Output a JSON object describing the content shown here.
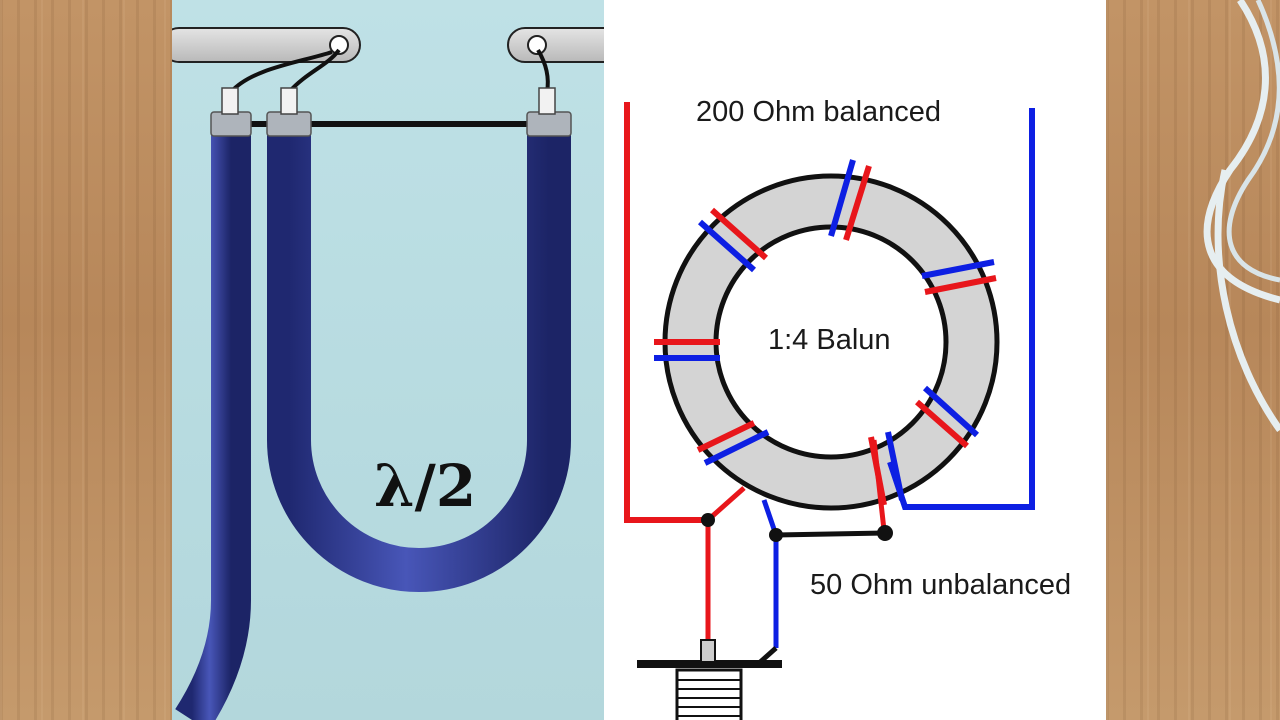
{
  "left_panel": {
    "label": "λ/2"
  },
  "right_panel": {
    "top_label": "200 Ohm balanced",
    "center_label": "1:4 Balun",
    "bottom_label": "50 Ohm unbalanced"
  },
  "colors": {
    "coax_blue": "#2e3a8c",
    "wire_red": "#e8161b",
    "wire_blue": "#0d1fe3",
    "core_gray": "#d4d4d4",
    "background_left": "#bfe1e6"
  }
}
